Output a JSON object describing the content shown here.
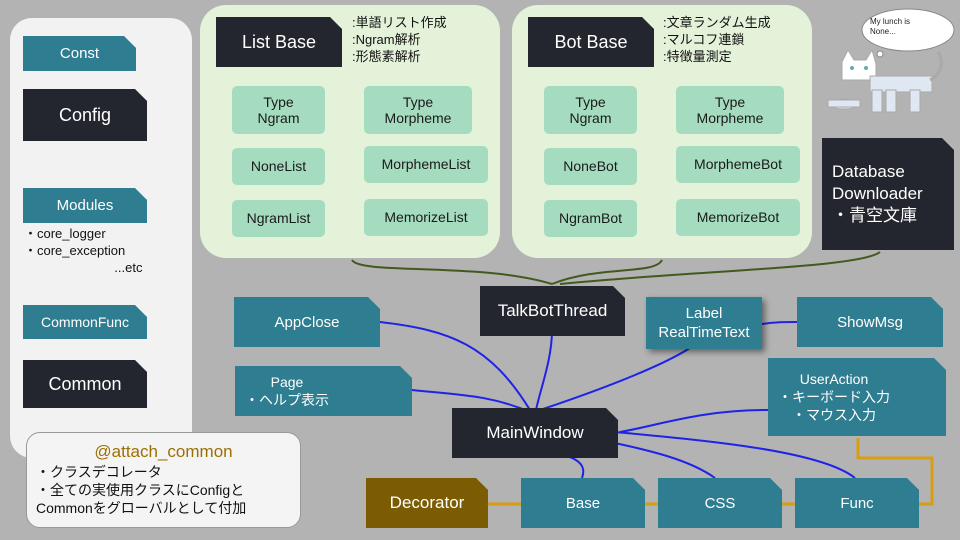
{
  "left_panel": {
    "const": "Const",
    "config": "Config",
    "modules": "Modules",
    "modules_notes": "・core_logger\n・core_exception\n                         ...etc",
    "commonfunc": "CommonFunc",
    "common": "Common"
  },
  "list_base": {
    "title": "List Base",
    "notes": ":単語リスト作成\n:Ngram解析\n:形態素解析",
    "type_ngram": "Type\nNgram",
    "type_morpheme": "Type\nMorpheme",
    "none": "NoneList",
    "ngram": "NgramList",
    "morpheme": "MorphemeList",
    "memorize": "MemorizeList"
  },
  "bot_base": {
    "title": "Bot Base",
    "notes": ":文章ランダム生成\n:マルコフ連鎖\n:特徴量測定",
    "type_ngram": "Type\nNgram",
    "type_morpheme": "Type\nMorpheme",
    "none": "NoneBot",
    "ngram": "NgramBot",
    "morpheme": "MorphemeBot",
    "memorize": "MemorizeBot"
  },
  "speech_bubble": "My lunch is\nNone...",
  "database": "Database\nDownloader\n・青空文庫",
  "talkbot": "TalkBotThread",
  "appclose": "AppClose",
  "label": "Label\nRealTimeText",
  "showmsg": "ShowMsg",
  "page": "Page\n・ヘルプ表示",
  "useraction": "UserAction\n・キーボード入力\n・マウス入力",
  "mainwindow": "MainWindow",
  "attach": {
    "title": "@attach_common",
    "body": "・クラスデコレータ\n・全ての実使用クラスにConfigと\nCommonをグローバルとして付加"
  },
  "decorator": "Decorator",
  "base": "Base",
  "css": "CSS",
  "func": "Func",
  "colors": {
    "dark_node": "#23262e",
    "teal_node": "#2e7d90",
    "mint_node": "#a5dcbf",
    "green_panel": "#e4f2d9",
    "decorator": "#7c5c02",
    "link_blue": "#1f23e6",
    "link_green": "#425a1e",
    "link_gold": "#d79e12"
  }
}
